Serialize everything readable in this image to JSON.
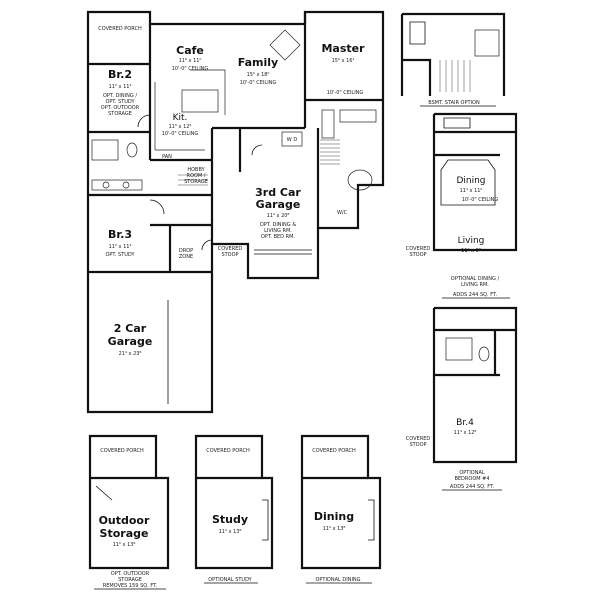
{
  "main_plan": {
    "covered_porch": "COVERED PORCH",
    "cafe": {
      "name": "Cafe",
      "dim": "11⁶ x 11⁰",
      "note": "10'-0\" CEILING"
    },
    "family": {
      "name": "Family",
      "dim": "15⁰ x 18⁰",
      "note": "10'-0\" CEILING"
    },
    "master": {
      "name": "Master",
      "dim": "15⁰ x 16⁴",
      "note": "10'-0\" CEILING"
    },
    "br2": {
      "name": "Br.2",
      "dim": "11⁰ x 11⁴",
      "note1": "OPT. DINING /",
      "note2": "OPT. STUDY",
      "note3": "OPT. OUTDOOR",
      "note4": "STORAGE"
    },
    "kit": {
      "name": "Kit.",
      "dim": "11⁶ x 12⁴",
      "note": "10'-0\" CEILING"
    },
    "pan": "PAN",
    "hobby": {
      "line1": "HOBBY",
      "line2": "ROOM /",
      "line3": "STORAGE"
    },
    "wd": "W D",
    "wic": "W/C",
    "garage3": {
      "line1": "3rd Car",
      "line2": "Garage",
      "dim": "11⁴ x 20⁸",
      "note1": "OPT. DINING &",
      "note2": "LIVING RM.",
      "note3": "OPT. BED RM."
    },
    "br3": {
      "name": "Br.3",
      "dim": "11⁰ x 11⁴",
      "note": "OPT. STUDY"
    },
    "drop_zone": {
      "line1": "DROP",
      "line2": "ZONE"
    },
    "covered_stoop": {
      "line1": "COVERED",
      "line2": "STOOP"
    },
    "garage2": {
      "line1": "2 Car",
      "line2": "Garage",
      "dim": "21⁴ x 23⁸"
    }
  },
  "bsmt_option": {
    "caption": "BSMT. STAIR OPTION"
  },
  "opt_dining_living": {
    "dining": {
      "name": "Dining",
      "dim": "11⁴ x 11⁰",
      "note": "10'-0\" CEILING"
    },
    "living": {
      "name": "Living",
      "dim": "11⁴ x 9⁸"
    },
    "stoop1": "COVERED",
    "stoop2": "STOOP",
    "caption1": "OPTIONAL DINING /",
    "caption2": "LIVING RM.",
    "caption3": "ADDS 244 SQ. FT."
  },
  "opt_bedroom4": {
    "br4": {
      "name": "Br.4",
      "dim": "11⁴ x 12⁸"
    },
    "stoop1": "COVERED",
    "stoop2": "STOOP",
    "caption1": "OPTIONAL",
    "caption2": "BEDROOM #4",
    "caption3": "ADDS 244 SQ. FT."
  },
  "opt_outdoor_storage": {
    "porch": "COVERED PORCH",
    "name1": "Outdoor",
    "name2": "Storage",
    "dim": "11⁰ x 13⁸",
    "caption1": "OPT. OUTDOOR",
    "caption2": "STORAGE",
    "caption3": "REMOVES 159 SQ. FT."
  },
  "opt_study": {
    "porch": "COVERED PORCH",
    "name": "Study",
    "dim": "11⁰ x 13⁸",
    "caption": "OPTIONAL STUDY"
  },
  "opt_dining": {
    "porch": "COVERED PORCH",
    "name": "Dining",
    "dim": "11⁰ x 13⁸",
    "caption": "OPTIONAL DINING"
  }
}
